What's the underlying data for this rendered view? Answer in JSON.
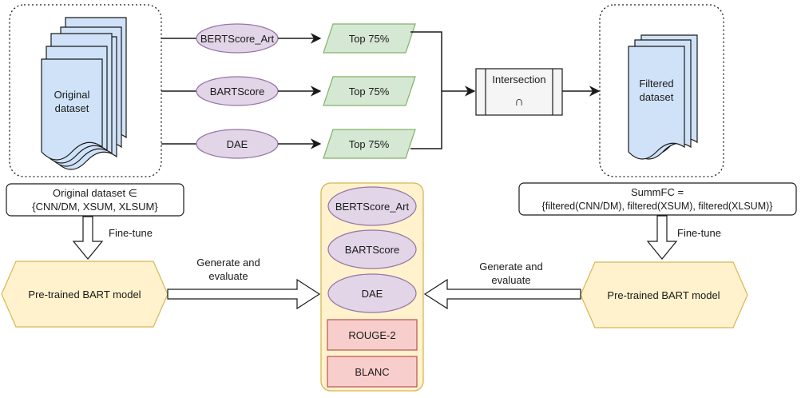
{
  "colors": {
    "doc_fill": "#cfe2f8",
    "doc_stroke": "#1a1a1a",
    "metric_fill": "#e1d5e7",
    "metric_stroke": "#9673a6",
    "top_fill": "#d5e8d4",
    "top_stroke": "#82b366",
    "model_fill": "#fff2cc",
    "model_stroke": "#d6b656",
    "red_fill": "#f8cecc",
    "red_stroke": "#b85450",
    "intersection_fill": "#f5f5f5"
  },
  "left_doc": {
    "line1": "Original",
    "line2": "dataset"
  },
  "right_doc": {
    "line1": "Filtered",
    "line2": "dataset"
  },
  "metrics": [
    "BERTScore_Art",
    "BARTScore",
    "DAE"
  ],
  "top_label": "Top 75%",
  "intersection": {
    "label": "Intersection",
    "symbol": "∩"
  },
  "left_caption": {
    "line1": "Original dataset ∈",
    "line2": "{CNN/DM, XSUM, XLSUM}"
  },
  "right_caption": {
    "line1": "SummFC =",
    "line2": "{filtered(CNN/DM), filtered(XSUM), filtered(XLSUM)}"
  },
  "finetune_label": "Fine-tune",
  "model_label": "Pre-trained BART model",
  "generate_label": {
    "line1": "Generate and",
    "line2": "evaluate"
  },
  "eval_metrics": [
    "BERTScore_Art",
    "BARTScore",
    "DAE"
  ],
  "eval_rouge": "ROUGE-2",
  "eval_blanc": "BLANC"
}
